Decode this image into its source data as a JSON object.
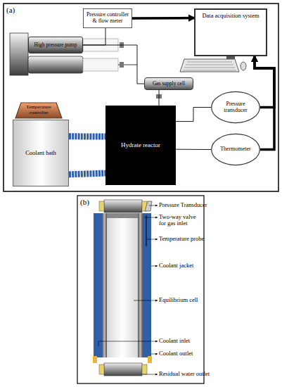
{
  "diagram": {
    "nodes": [
      {
        "text": [
          "Pressure controller & flow meter"
        ]
      },
      {
        "text": [
          "Data acquisition system"
        ]
      },
      {
        "text": [
          "High pressure pump"
        ]
      },
      {
        "text": [
          "Gas supply cell"
        ]
      },
      {
        "text": [
          "Temperature controller"
        ]
      },
      {
        "text": [
          "Coolant bath"
        ]
      },
      {
        "text": [
          "Hydrate reactor"
        ]
      },
      {
        "text": [
          "Pressure transducer"
        ]
      },
      {
        "text": [
          "Thermometer"
        ]
      }
    ],
    "edges": [
      {
        "from": 2,
        "to": 0,
        "arrow": "none"
      },
      {
        "from": 0,
        "to": 1,
        "arrow": "to"
      },
      {
        "from": 2,
        "to": 3,
        "arrow": "none"
      },
      {
        "from": 3,
        "to": 6,
        "arrow": "none"
      },
      {
        "from": 6,
        "to": 7,
        "arrow": "none"
      },
      {
        "from": 6,
        "to": 8,
        "arrow": "none"
      },
      {
        "from": 7,
        "to": 1,
        "arrow": "to"
      },
      {
        "from": 8,
        "to": 1,
        "arrow": "to"
      },
      {
        "from": 5,
        "to": 6,
        "arrow": "none"
      },
      {
        "from": 5,
        "to": 6,
        "arrow": "none"
      }
    ],
    "labels": [
      "(a)",
      "(b)",
      "Pressure Transducer",
      "Two-way valve for gas inlet",
      "Temperature probe",
      "Coolant jacket",
      "Equilibrium cell",
      "Coolant inlet",
      "Coolant outlet",
      "Residual water outlet"
    ]
  }
}
